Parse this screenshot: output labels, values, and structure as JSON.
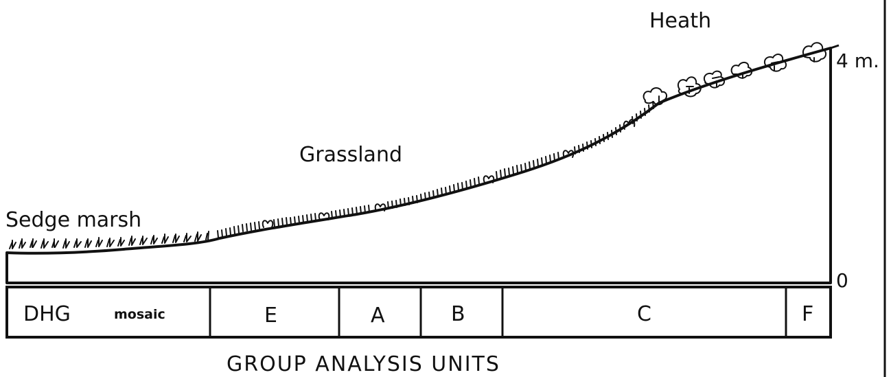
{
  "zones": {
    "heath": "Heath",
    "grassland": "Grassland",
    "sedge": "Sedge marsh"
  },
  "scale": {
    "top": "4 m.",
    "bottom": "0"
  },
  "units": {
    "dhg": "DHG",
    "mosaic": "mosaic",
    "e": "E",
    "a": "A",
    "b": "B",
    "c": "C",
    "f": "F"
  },
  "caption": "GROUP ANALYSIS UNITS"
}
